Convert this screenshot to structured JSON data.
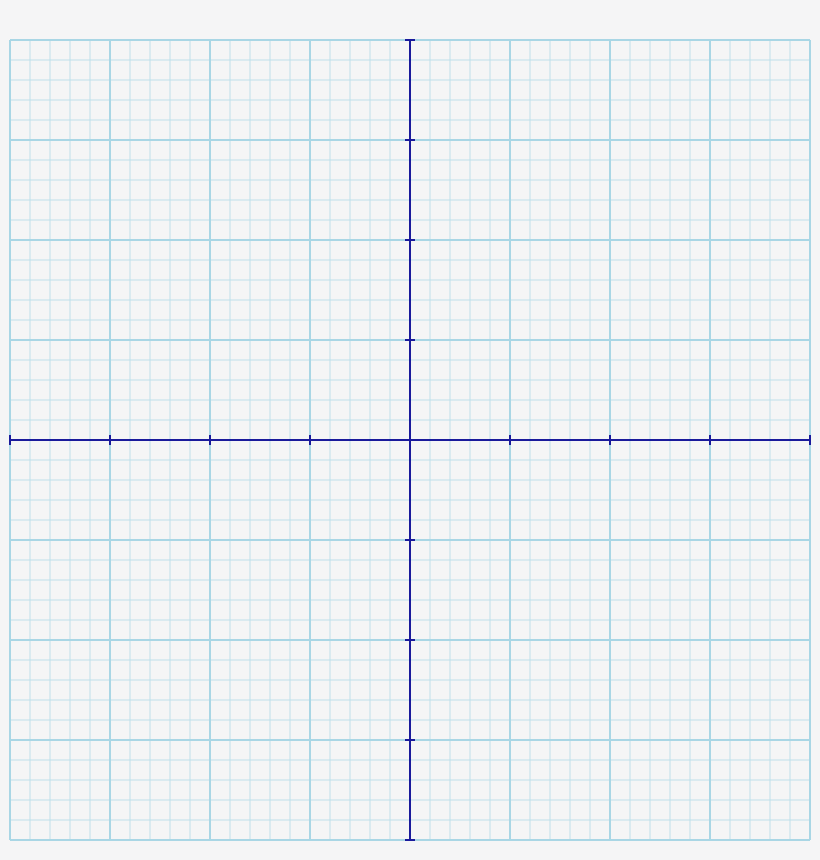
{
  "colors": {
    "background": "#f5f5f6",
    "minor_grid": "#bfe0ea",
    "major_grid": "#a9d6e5",
    "axis": "#1a1a9c"
  },
  "chart_data": {
    "type": "scatter",
    "title": "",
    "xlabel": "",
    "ylabel": "",
    "xlim": [
      -4,
      4
    ],
    "ylim": [
      -4,
      4
    ],
    "x_ticks": [
      -4,
      -3,
      -2,
      -1,
      0,
      1,
      2,
      3,
      4
    ],
    "y_ticks": [
      -4,
      -3,
      -2,
      -1,
      0,
      1,
      2,
      3,
      4
    ],
    "grid": true,
    "minor_subdivisions": 5,
    "tick_labels_shown": false,
    "series": []
  }
}
